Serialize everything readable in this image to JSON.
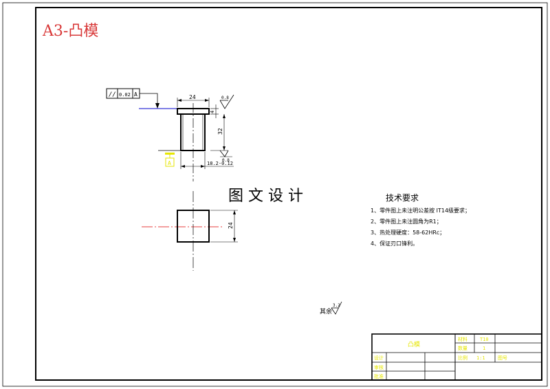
{
  "sheet": {
    "title": "A3-凸模",
    "watermark": "图 文 设 计"
  },
  "colors": {
    "title_red": "#d83838",
    "centerline_red": "#e00000",
    "datum_blue": "#0000cc",
    "marker_yellow": "#e6e600",
    "ink": "#000000"
  },
  "front_view": {
    "tolerance_frame": {
      "symbol": "//",
      "value": "0.02",
      "datum": "A"
    },
    "dim_top_width": "24",
    "dim_flange_height": "4",
    "dim_body_height": "32",
    "dim_bottom_diameter": "18.2-0.12",
    "roughness_top": "0.8",
    "roughness_bottom": "0.8",
    "datum_marker": "A"
  },
  "top_view": {
    "dim_side": "24"
  },
  "tech_requirements": {
    "heading": "技术要求",
    "items": [
      "1、零件图上未注明公差按 IT14级要求；",
      "2、零件图上未注圆角为R1；",
      "3、热处理硬度：58-62HRc；",
      "4、保证刃口锋利。"
    ]
  },
  "other_roughness": {
    "label": "其余",
    "value": "3.2"
  },
  "title_block": {
    "part_name": "凸模",
    "label_material": "材料",
    "material_value": "T10",
    "label_qty": "数量",
    "qty_value": "1",
    "label_scale": "比例",
    "scale_value": "1:1",
    "label_drawing": "图号",
    "label_designer": "设计",
    "label_checker": "审核",
    "label_approver": "批准"
  }
}
